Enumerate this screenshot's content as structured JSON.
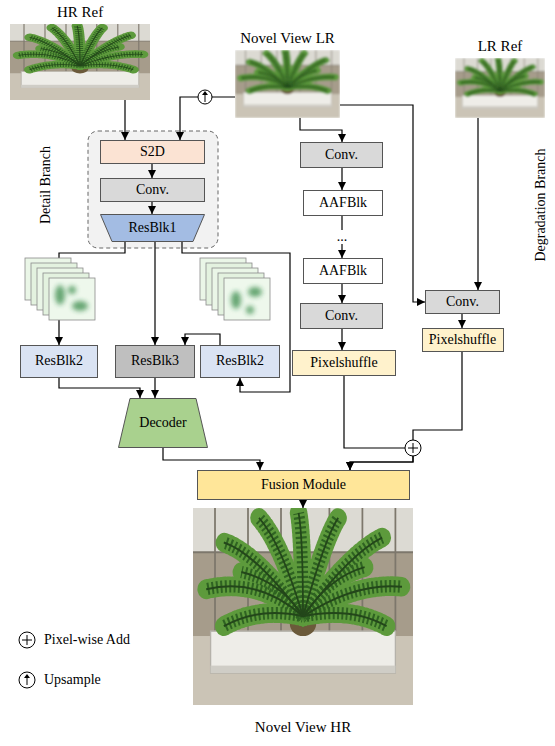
{
  "diagram": {
    "nodes": [
      {
        "text": [
          "HR Ref"
        ]
      },
      {
        "text": [
          "Novel View LR"
        ]
      },
      {
        "text": [
          "LR Ref"
        ]
      },
      {
        "text": [
          "S2D"
        ]
      },
      {
        "text": [
          "Conv."
        ]
      },
      {
        "text": [
          "ResBlk1"
        ]
      },
      {
        "text": [
          "Conv."
        ]
      },
      {
        "text": [
          "AAFBlk"
        ]
      },
      {
        "text": [
          "AAFBlk"
        ]
      },
      {
        "text": [
          "Conv."
        ]
      },
      {
        "text": [
          "Pixelshuffle"
        ]
      },
      {
        "text": [
          "Conv."
        ]
      },
      {
        "text": [
          "Pixelshuffle"
        ]
      },
      {
        "text": [
          "ResBlk2"
        ]
      },
      {
        "text": [
          "ResBlk3"
        ]
      },
      {
        "text": [
          "ResBlk2"
        ]
      },
      {
        "text": [
          "Decoder"
        ]
      },
      {
        "text": [
          "Fusion Module"
        ]
      },
      {
        "text": [
          "Novel View HR"
        ]
      }
    ],
    "edges": [
      {
        "from": 0,
        "to": 3,
        "arrow": "to"
      },
      {
        "from": 1,
        "to": 3,
        "arrow": "to"
      },
      {
        "from": 1,
        "to": 6,
        "arrow": "to"
      },
      {
        "from": 1,
        "to": 11,
        "arrow": "to"
      },
      {
        "from": 2,
        "to": 11,
        "arrow": "to"
      },
      {
        "from": 3,
        "to": 4,
        "arrow": "to"
      },
      {
        "from": 4,
        "to": 5,
        "arrow": "to"
      },
      {
        "from": 6,
        "to": 7,
        "arrow": "to"
      },
      {
        "from": 7,
        "to": 8,
        "label": "...",
        "arrow": "to"
      },
      {
        "from": 8,
        "to": 9,
        "arrow": "to"
      },
      {
        "from": 9,
        "to": 10,
        "arrow": "to"
      },
      {
        "from": 11,
        "to": 12,
        "arrow": "to"
      },
      {
        "from": 5,
        "to": 13,
        "arrow": "to"
      },
      {
        "from": 5,
        "to": 14,
        "arrow": "to"
      },
      {
        "from": 5,
        "to": 15,
        "arrow": "to"
      },
      {
        "from": 15,
        "to": 14,
        "arrow": "to"
      },
      {
        "from": 13,
        "to": 16,
        "arrow": "to"
      },
      {
        "from": 14,
        "to": 16,
        "arrow": "to"
      },
      {
        "from": 16,
        "to": 17,
        "arrow": "to"
      },
      {
        "from": 10,
        "to": 17,
        "arrow": "to"
      },
      {
        "from": 12,
        "to": 17,
        "arrow": "to"
      },
      {
        "from": 17,
        "to": 18,
        "arrow": "to"
      }
    ],
    "labels": [
      "Detail Branch",
      "Degradation Branch"
    ],
    "legend": [
      {
        "text": "Pixel-wise Add"
      },
      {
        "text": "Upsample"
      }
    ]
  }
}
